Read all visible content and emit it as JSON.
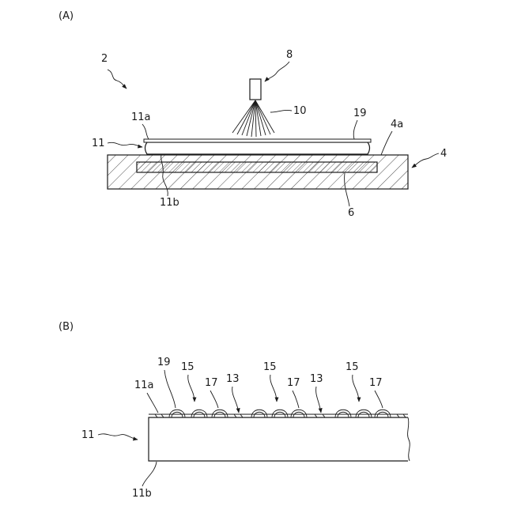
{
  "panel_a": {
    "label": "(A)",
    "labels": {
      "apparatus": "2",
      "nozzle": "8",
      "spray": "10",
      "wafer_top_surface": "11a",
      "wafer": "11",
      "wafer_bottom_surface": "11b",
      "coating": "19",
      "table_top_surface": "4a",
      "table": "4",
      "heater": "6"
    }
  },
  "panel_b": {
    "label": "(B)",
    "labels": {
      "coating": "19",
      "wafer_top_surface": "11a",
      "wafer": "11",
      "wafer_bottom_surface": "11b",
      "bumps": [
        "15",
        "15",
        "15"
      ],
      "bump_coating": [
        "17",
        "17",
        "17"
      ],
      "groove": [
        "13",
        "13"
      ]
    }
  }
}
